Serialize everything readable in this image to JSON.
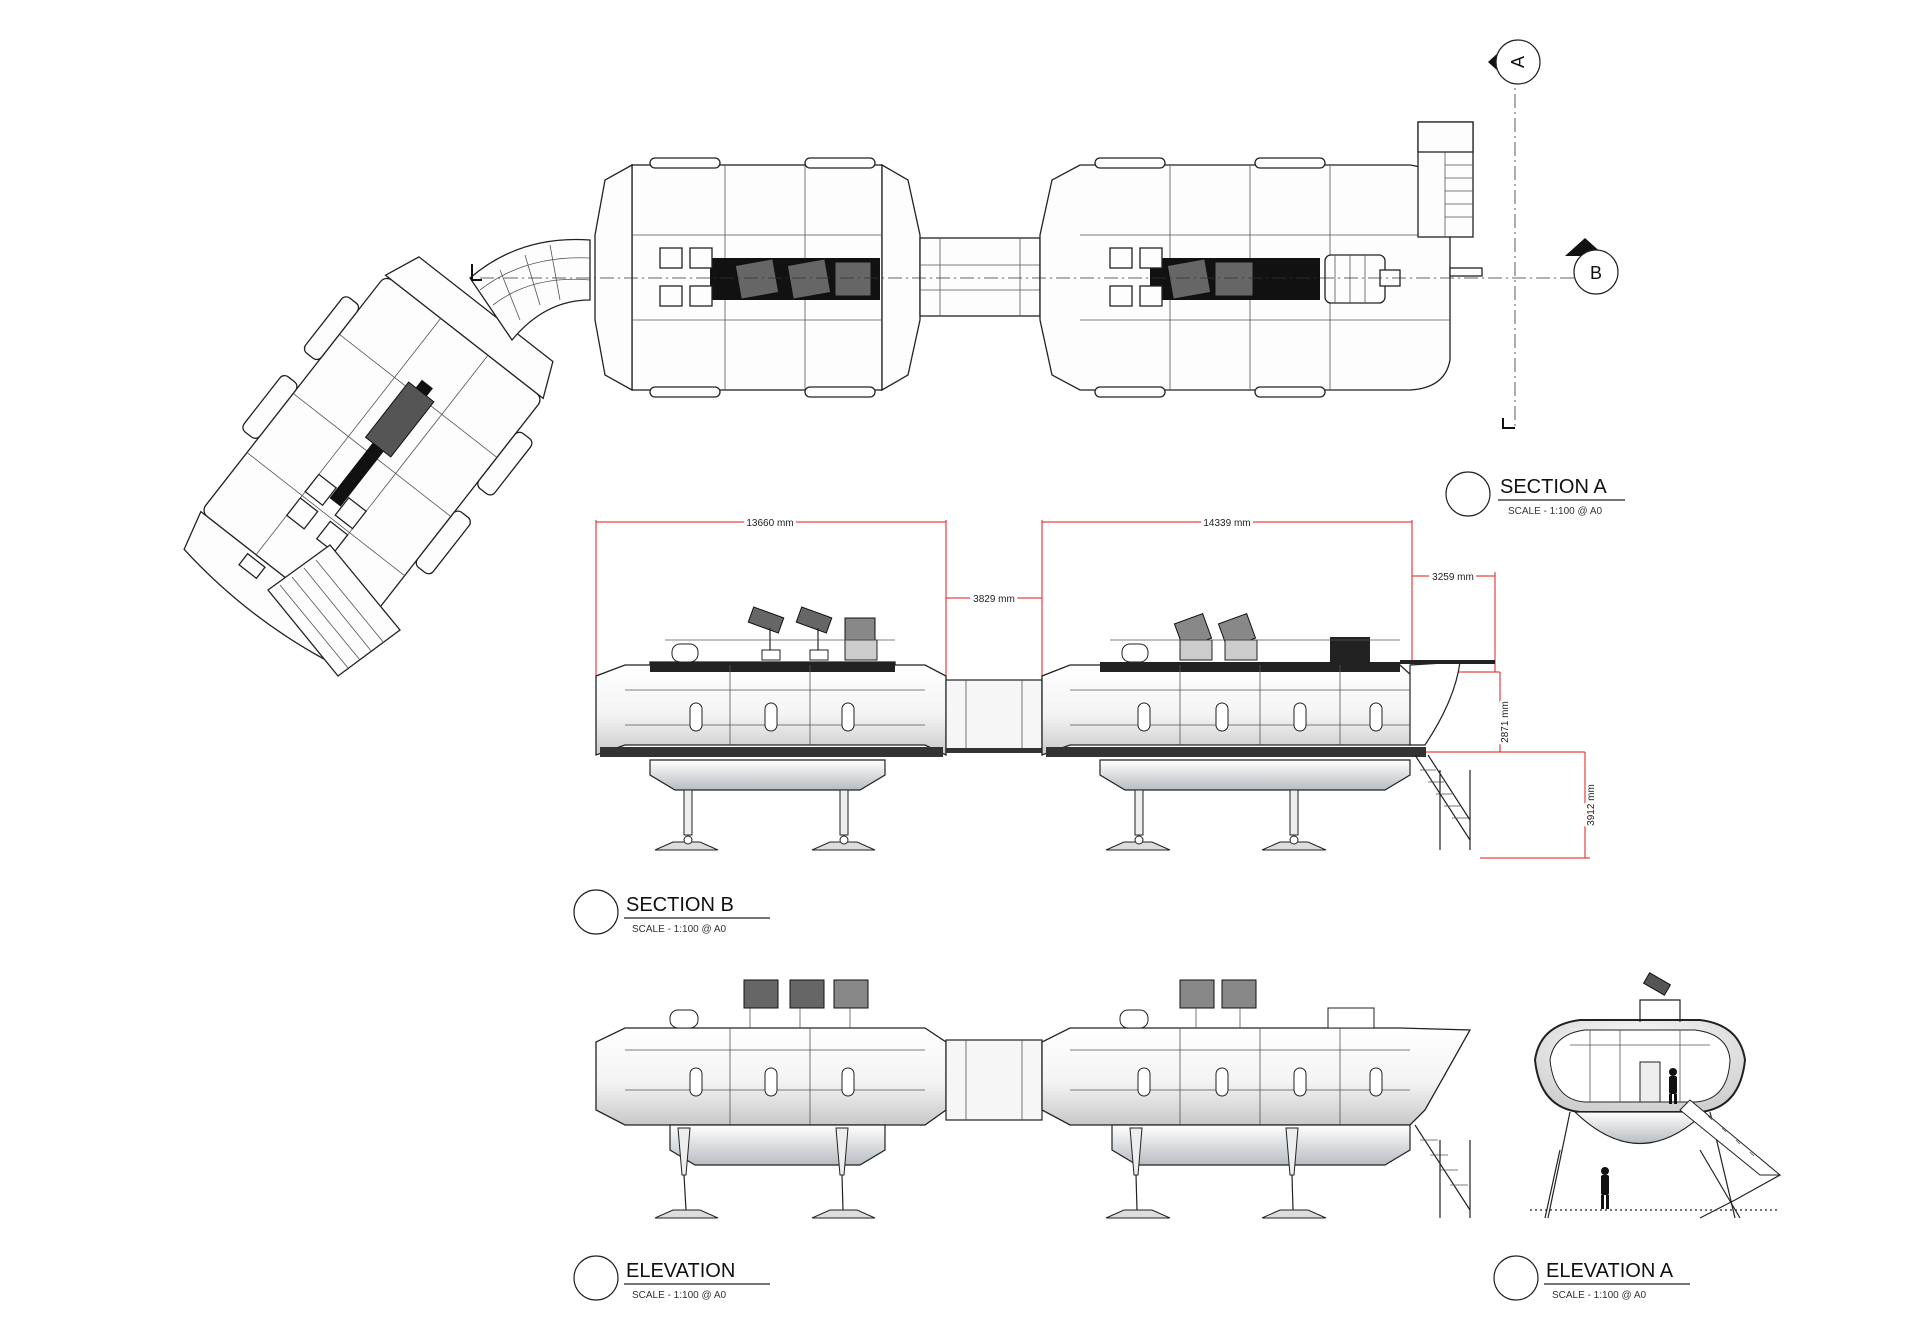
{
  "markers": {
    "a": "A",
    "b": "B"
  },
  "dimensions": {
    "module_1_length": "13660 mm",
    "link_length": "3829 mm",
    "module_2_length": "14339 mm",
    "overhang": "3259 mm",
    "module_height": "2871 mm",
    "leg_height": "3912 mm"
  },
  "titles": {
    "section_a": {
      "label": "SECTION A",
      "scale": "SCALE - 1:100 @ A0"
    },
    "section_b": {
      "label": "SECTION B",
      "scale": "SCALE - 1:100 @ A0"
    },
    "elevation": {
      "label": "ELEVATION",
      "scale": "SCALE - 1:100 @ A0"
    },
    "elevation_a": {
      "label": "ELEVATION A",
      "scale": "SCALE - 1:100 @ A0"
    }
  },
  "colors": {
    "line": "#222222",
    "dimension": "#e01a1a",
    "fill": "#ffffff",
    "shade": "#bfc4c8"
  }
}
